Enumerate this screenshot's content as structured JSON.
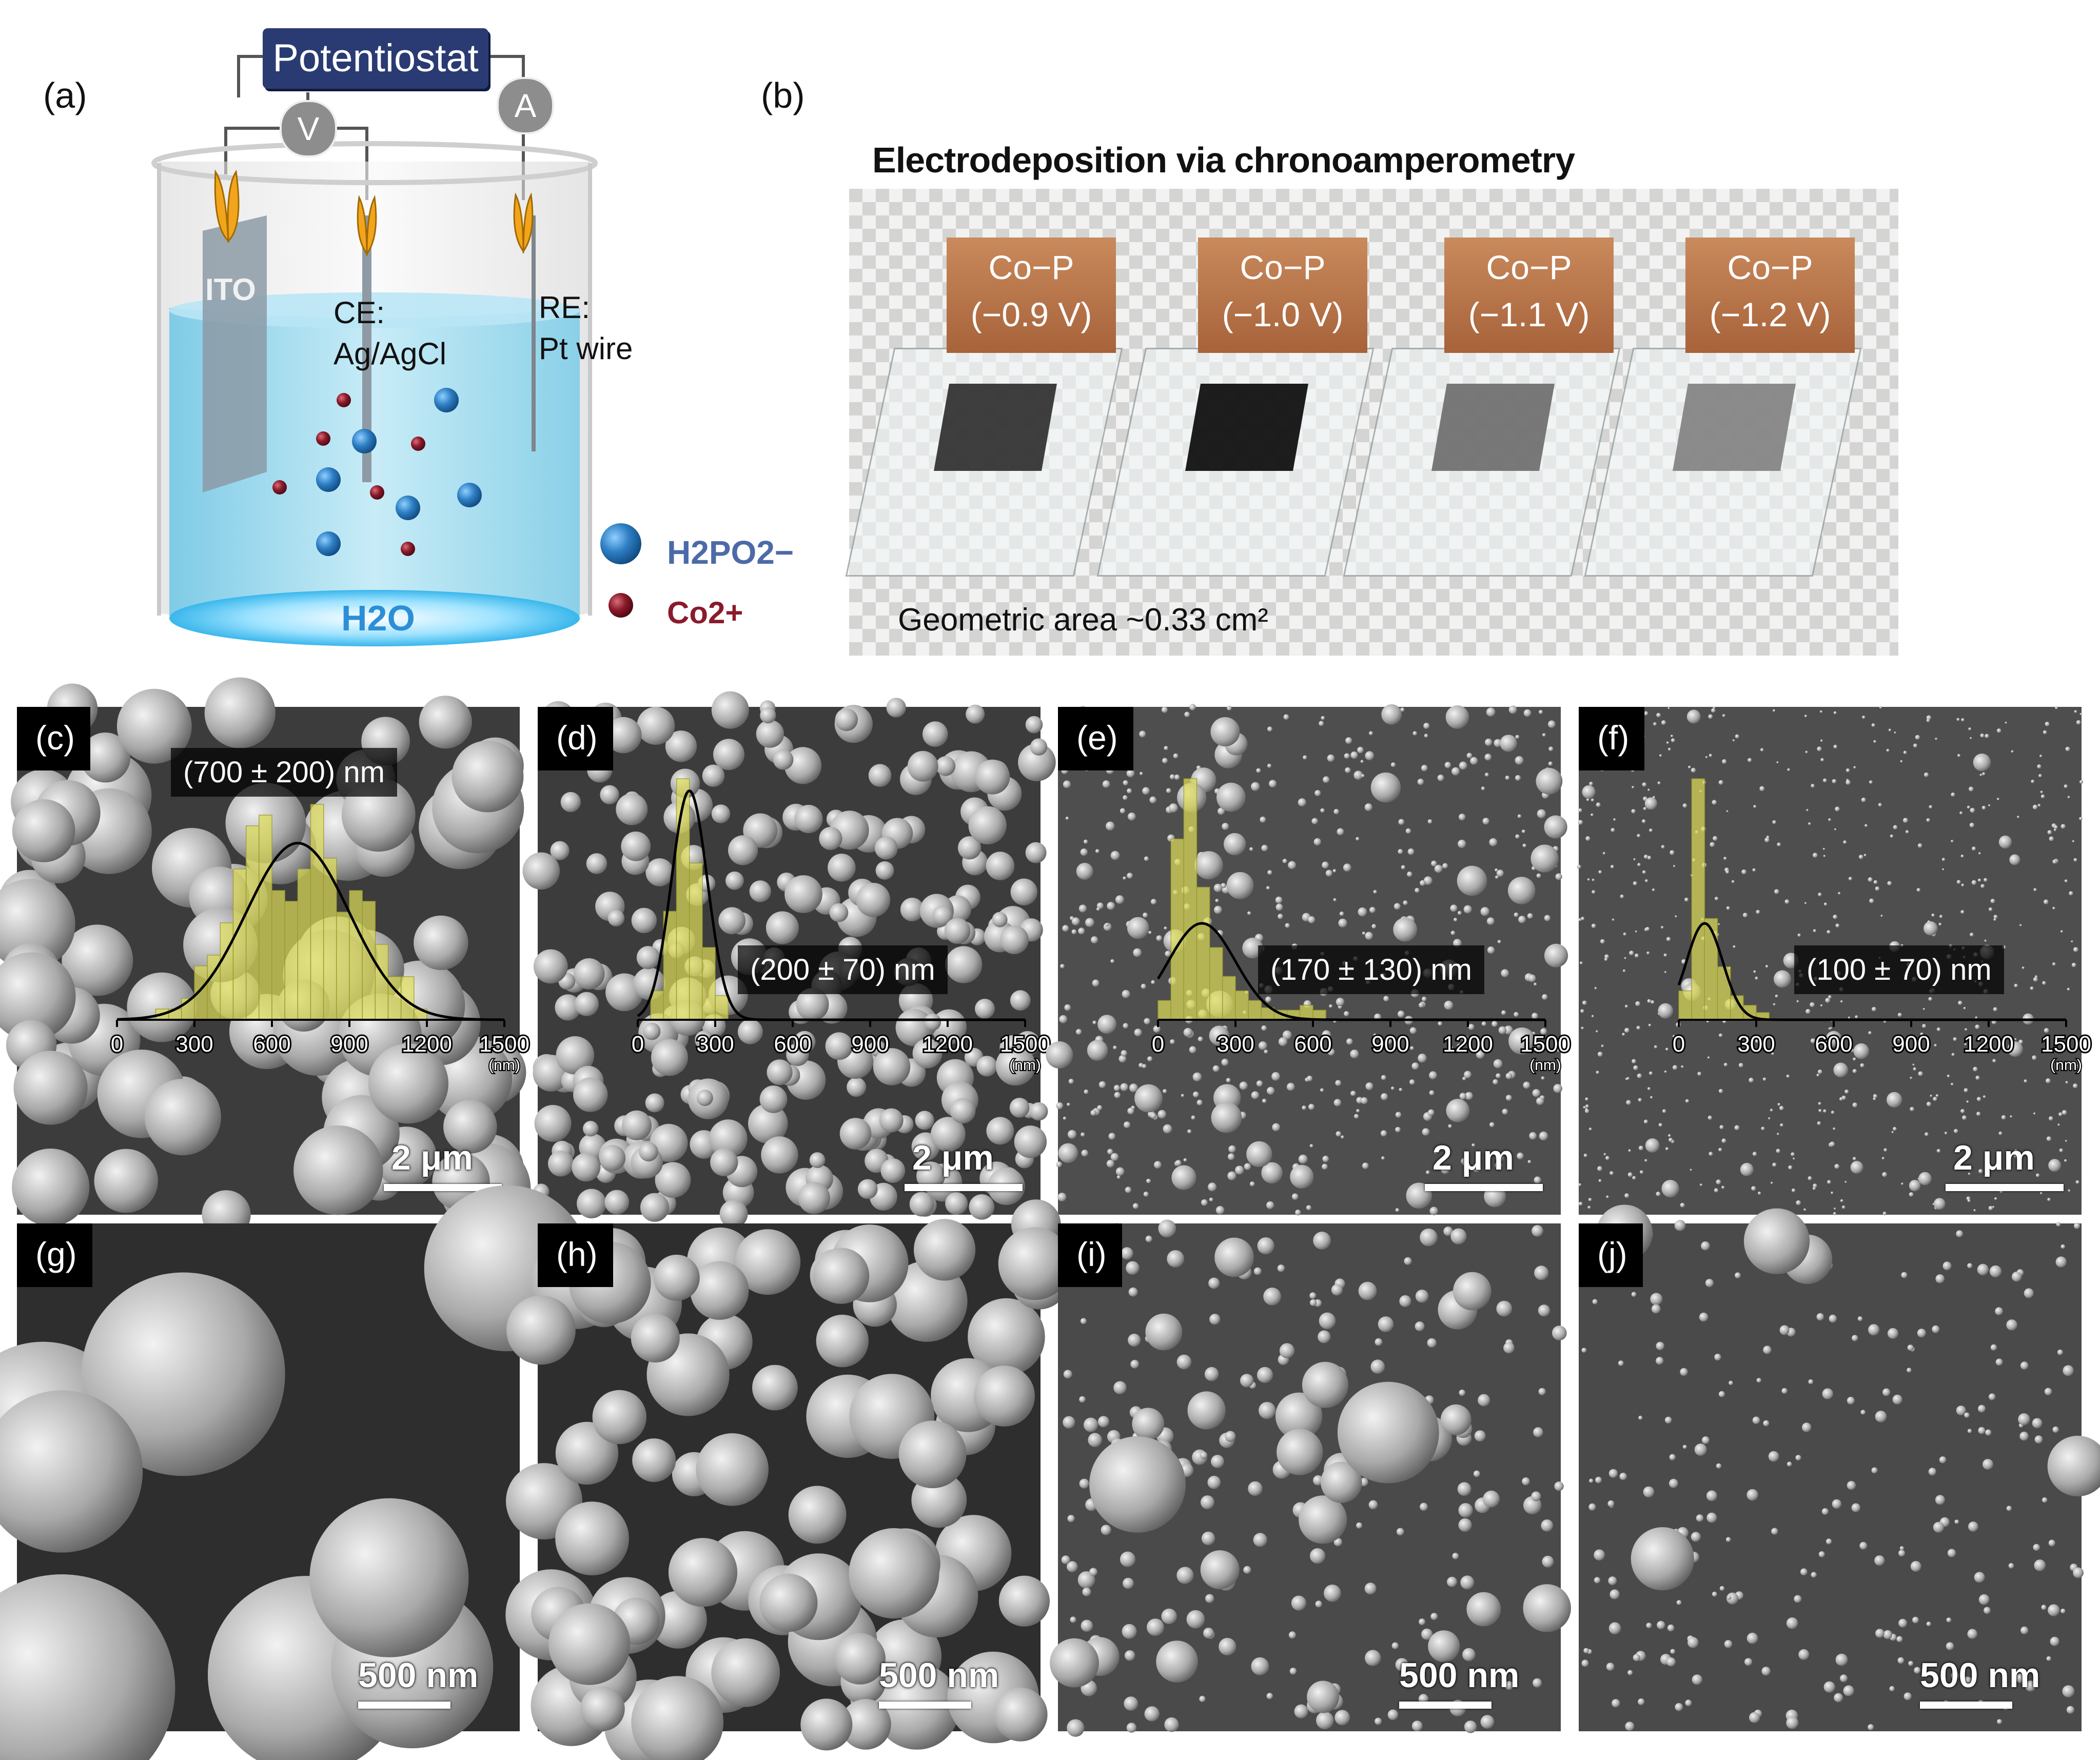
{
  "panel_a": {
    "letter": "(a)",
    "potentiostat": "Potentiostat",
    "voltmeter": "V",
    "ammeter": "A",
    "ito": "ITO",
    "ce_line1": "CE:",
    "ce_line2": "Ag/AgCl",
    "re_line1": "RE:",
    "re_line2": "Pt wire",
    "water": "H2O",
    "legend_h2po2": "H2PO2−",
    "legend_co": "Co2+",
    "colors": {
      "h2po2": "#2f7fc4",
      "co": "#8b1a2a",
      "solution": "#9ed8ee"
    }
  },
  "panel_b": {
    "letter": "(b)",
    "title": "Electrodeposition via chronoamperometry",
    "area_label": "Geometric area ~0.33 cm²",
    "samples": [
      {
        "label": "Co−P",
        "potential": "(−0.9 V)"
      },
      {
        "label": "Co−P",
        "potential": "(−1.0 V)"
      },
      {
        "label": "Co−P",
        "potential": "(−1.1 V)"
      },
      {
        "label": "Co−P",
        "potential": "(−1.2 V)"
      }
    ]
  },
  "sem_low": [
    {
      "letter": "(c)",
      "size_label": "(700 ± 200) nm",
      "scale": "2 μm"
    },
    {
      "letter": "(d)",
      "size_label": "(200 ± 70) nm",
      "scale": "2 μm"
    },
    {
      "letter": "(e)",
      "size_label": "(170 ± 130) nm",
      "scale": "2 μm"
    },
    {
      "letter": "(f)",
      "size_label": "(100 ± 70) nm",
      "scale": "2 μm"
    }
  ],
  "sem_high": [
    {
      "letter": "(g)",
      "scale": "500 nm"
    },
    {
      "letter": "(h)",
      "scale": "500 nm"
    },
    {
      "letter": "(i)",
      "scale": "500 nm"
    },
    {
      "letter": "(j)",
      "scale": "500 nm"
    }
  ],
  "chart_data": [
    {
      "type": "bar",
      "panel": "(c)",
      "xlabel": "(nm)",
      "xlim": [
        0,
        1500
      ],
      "xticks": [
        "0",
        "300",
        "600",
        "900",
        "1200",
        "1500"
      ],
      "fit": "gaussian",
      "mean": 700,
      "sd": 200,
      "bin_centers": [
        175,
        225,
        275,
        325,
        375,
        425,
        475,
        525,
        575,
        625,
        675,
        725,
        775,
        825,
        875,
        925,
        975,
        1025,
        1075,
        1125,
        1175
      ],
      "values": [
        0.05,
        0.05,
        0.1,
        0.25,
        0.3,
        0.45,
        0.7,
        0.9,
        0.95,
        0.6,
        0.55,
        0.7,
        1.0,
        0.75,
        0.5,
        0.6,
        0.55,
        0.35,
        0.2,
        0.2,
        0.05
      ]
    },
    {
      "type": "bar",
      "panel": "(d)",
      "xlabel": "(nm)",
      "xlim": [
        0,
        1500
      ],
      "xticks": [
        "0",
        "300",
        "600",
        "900",
        "1200",
        "1500"
      ],
      "fit": "gaussian",
      "mean": 200,
      "sd": 70,
      "bin_centers": [
        75,
        125,
        175,
        225,
        275,
        325
      ],
      "values": [
        0.12,
        0.45,
        1.0,
        0.65,
        0.3,
        0.1
      ]
    },
    {
      "type": "bar",
      "panel": "(e)",
      "xlabel": "(nm)",
      "xlim": [
        0,
        1500
      ],
      "xticks": [
        "0",
        "300",
        "600",
        "900",
        "1200",
        "1500"
      ],
      "fit": "gaussian",
      "mean": 170,
      "sd": 130,
      "bin_centers": [
        25,
        75,
        125,
        175,
        225,
        275,
        325,
        375,
        425,
        475,
        525,
        575,
        625
      ],
      "values": [
        0.08,
        0.75,
        1.0,
        0.55,
        0.3,
        0.18,
        0.12,
        0.08,
        0.05,
        0.04,
        0.04,
        0.06,
        0.04
      ]
    },
    {
      "type": "bar",
      "panel": "(f)",
      "xlabel": "(nm)",
      "xlim": [
        0,
        1500
      ],
      "xticks": [
        "0",
        "300",
        "600",
        "900",
        "1200",
        "1500"
      ],
      "fit": "gaussian",
      "mean": 100,
      "sd": 70,
      "bin_centers": [
        25,
        75,
        125,
        175,
        225,
        275,
        325
      ],
      "values": [
        0.12,
        1.0,
        0.42,
        0.22,
        0.1,
        0.06,
        0.03
      ]
    }
  ]
}
